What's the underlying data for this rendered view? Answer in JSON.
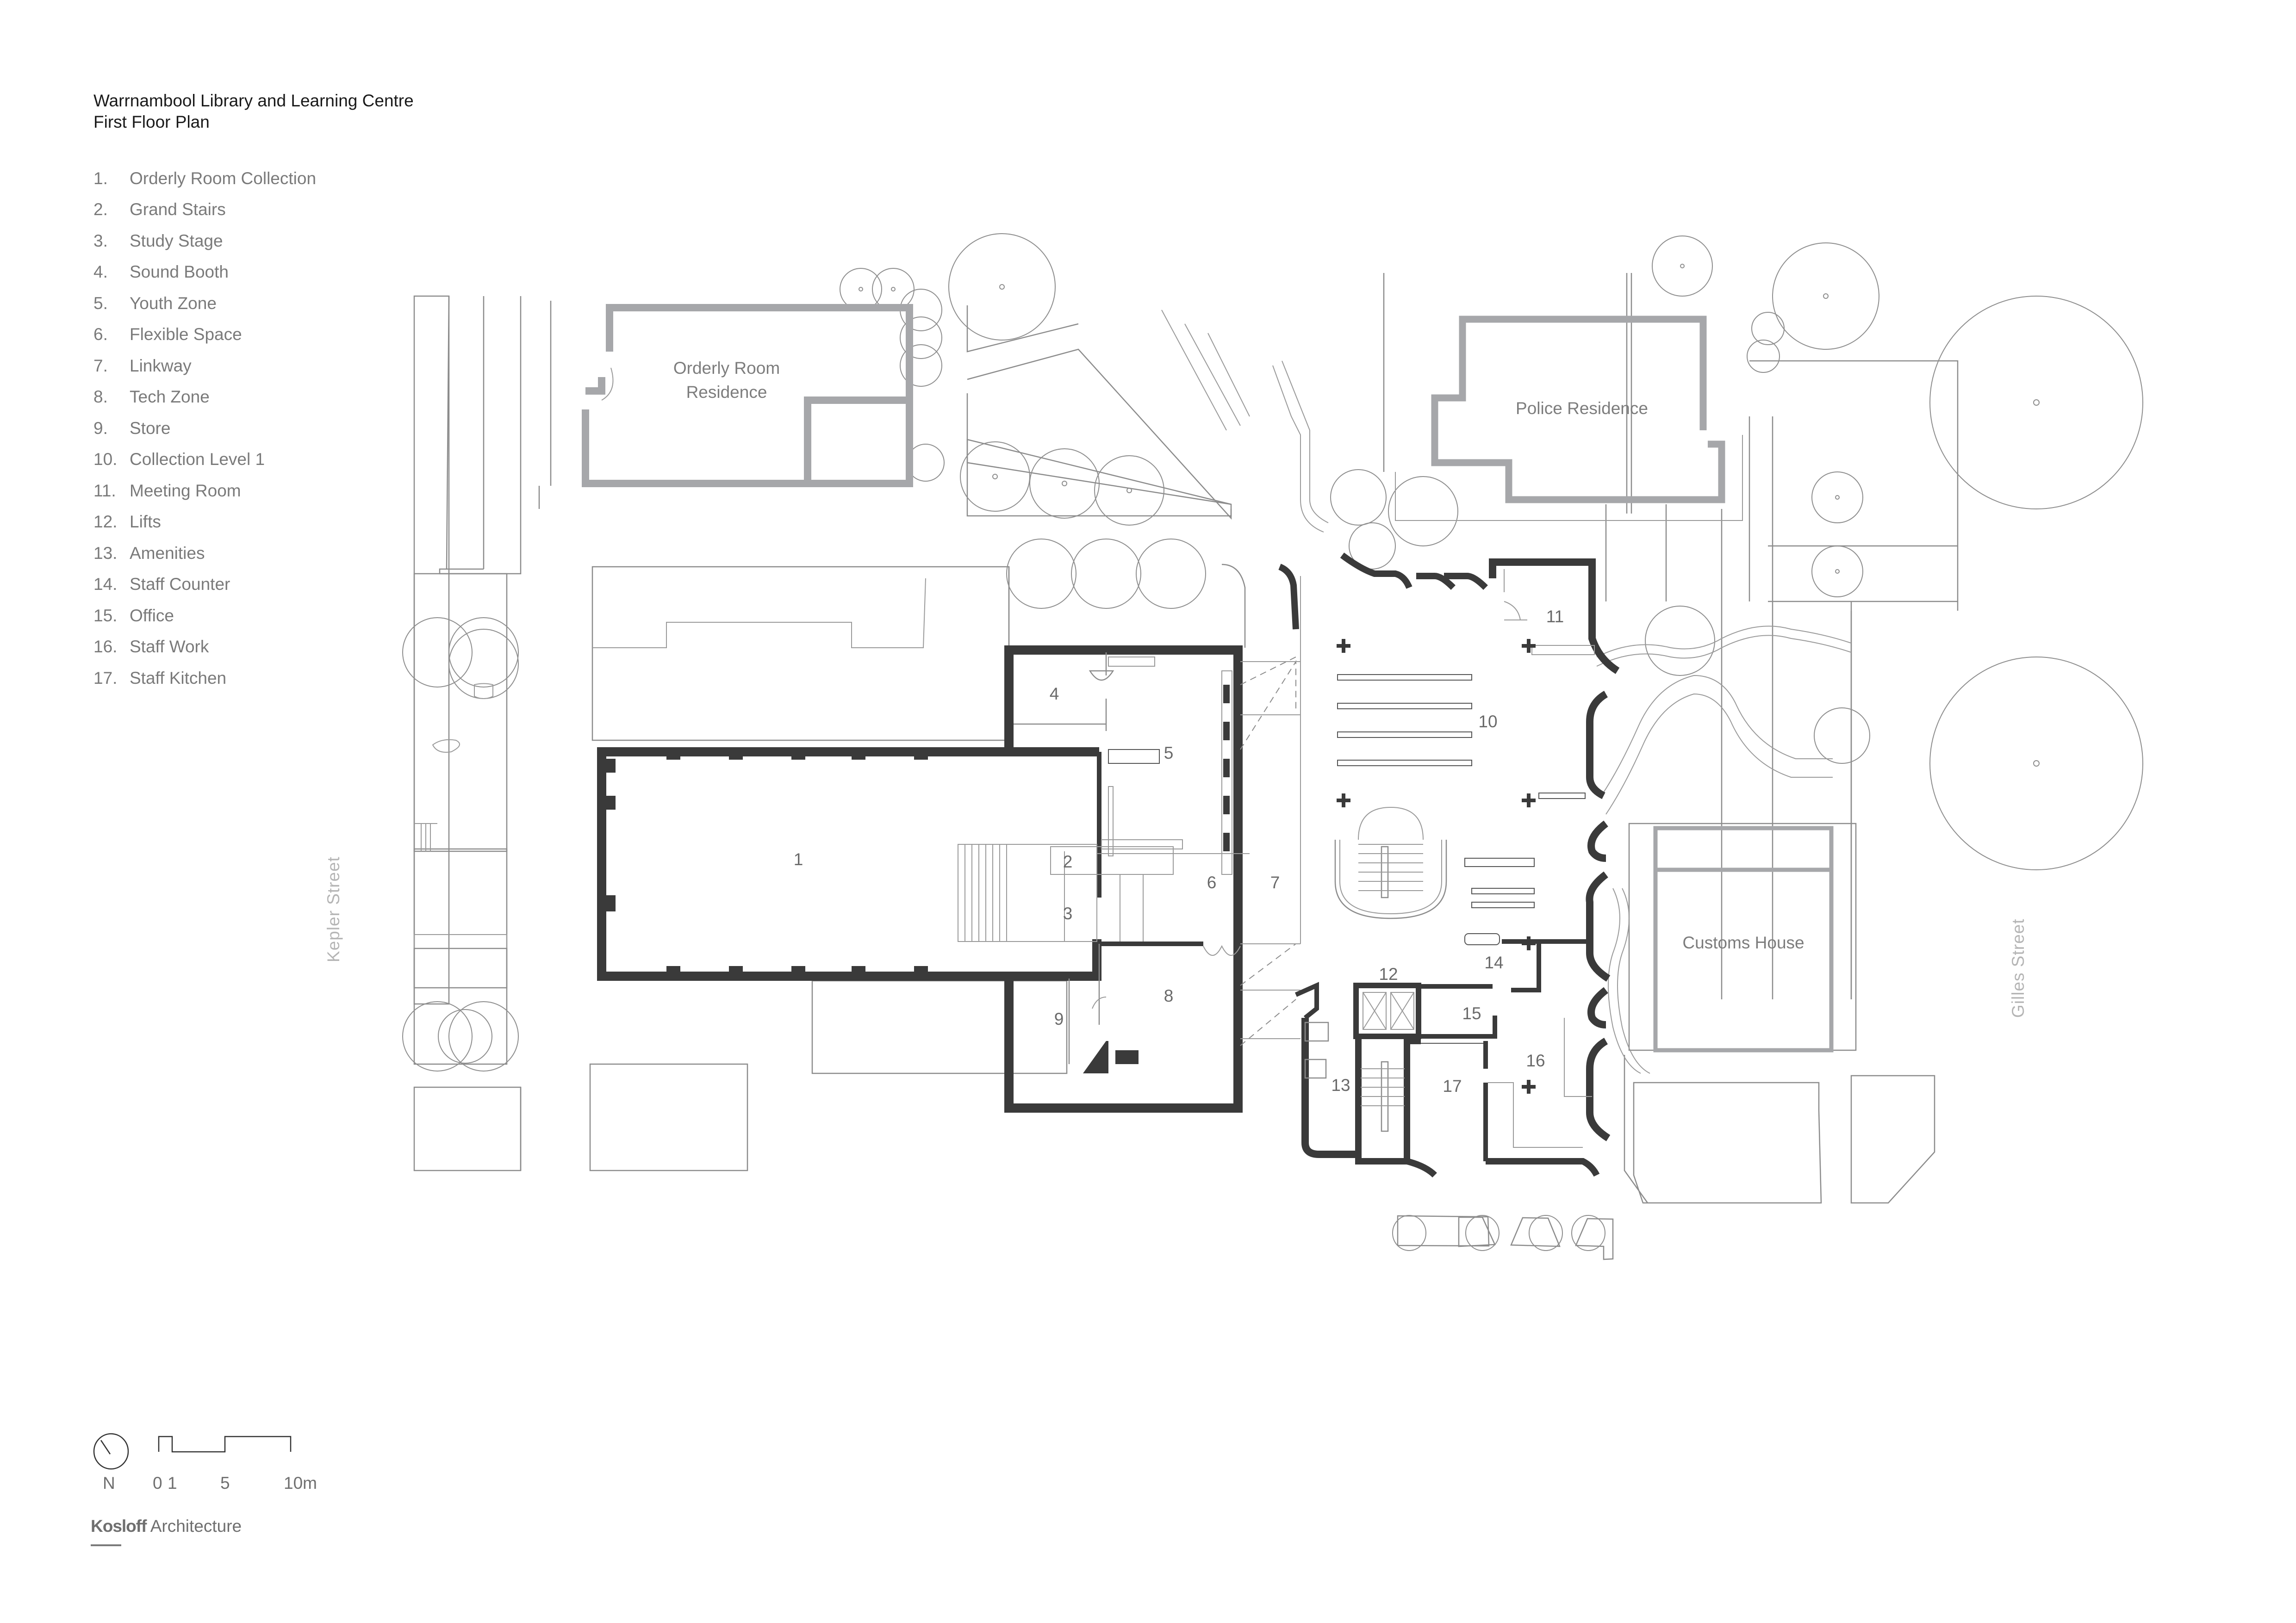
{
  "header": {
    "title": "Warrnambool Library and Learning Centre",
    "subtitle": "First Floor Plan"
  },
  "legend": [
    {
      "num": "1.",
      "label": "Orderly Room Collection"
    },
    {
      "num": "2.",
      "label": "Grand Stairs"
    },
    {
      "num": "3.",
      "label": "Study Stage"
    },
    {
      "num": "4.",
      "label": "Sound Booth"
    },
    {
      "num": "5.",
      "label": "Youth Zone"
    },
    {
      "num": "6.",
      "label": "Flexible Space"
    },
    {
      "num": "7.",
      "label": "Linkway"
    },
    {
      "num": "8.",
      "label": "Tech Zone"
    },
    {
      "num": "9.",
      "label": "Store"
    },
    {
      "num": "10.",
      "label": "Collection Level 1"
    },
    {
      "num": "11.",
      "label": "Meeting Room"
    },
    {
      "num": "12.",
      "label": "Lifts"
    },
    {
      "num": "13.",
      "label": "Amenities"
    },
    {
      "num": "14.",
      "label": "Staff Counter"
    },
    {
      "num": "15.",
      "label": "Office"
    },
    {
      "num": "16.",
      "label": "Staff Work"
    },
    {
      "num": "17.",
      "label": "Staff Kitchen"
    }
  ],
  "rooms": {
    "r1": "1",
    "r2": "2",
    "r3": "3",
    "r4": "4",
    "r5": "5",
    "r6": "6",
    "r7": "7",
    "r8": "8",
    "r9": "9",
    "r10": "10",
    "r11": "11",
    "r12": "12",
    "r13": "13",
    "r14": "14",
    "r15": "15",
    "r16": "16",
    "r17": "17"
  },
  "context": {
    "orderly_room_line1": "Orderly Room",
    "orderly_room_line2": "Residence",
    "police_residence": "Police Residence",
    "customs_house": "Customs House",
    "kepler_street": "Kepler Street",
    "gilles_street": "Gilles Street"
  },
  "scale": {
    "north": "N",
    "ticks": [
      "0",
      "1",
      "5",
      "10m"
    ]
  },
  "brand": {
    "bold": "Kosloff",
    "regular": "Architecture"
  },
  "colors": {
    "new_walls": "#3a3a3a",
    "heritage_walls": "#a6a7aa",
    "context_lines": "#8c8c8c",
    "text_primary": "#1a1a1a",
    "text_secondary": "#7a7a7a"
  }
}
